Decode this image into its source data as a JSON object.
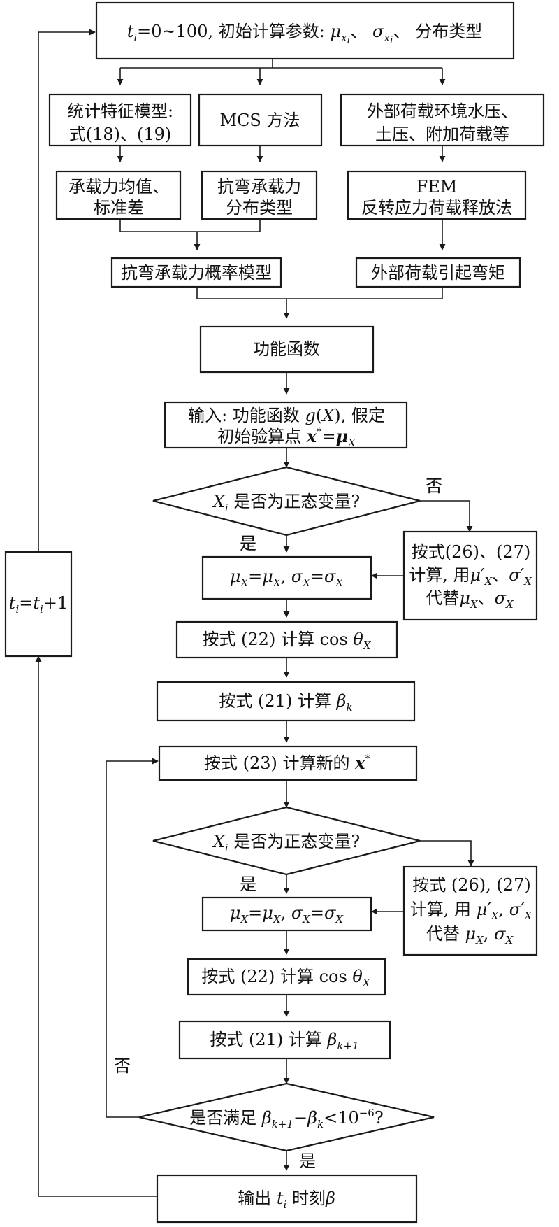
{
  "nodes": {
    "init": {
      "label_pre": "=0~100, 初始计算参数:",
      "label_tail": "分布类型",
      "sep1": "、",
      "sep2": "、"
    },
    "stat_model": {
      "line1": "统计特征模型:",
      "line2": "式(18)、(19)"
    },
    "mcs": {
      "line1": "MCS 方法"
    },
    "external_load": {
      "line1": "外部荷载环境水压、",
      "line2": "土压、附加荷载等"
    },
    "mean_std": {
      "line1": "承载力均值、",
      "line2": "标准差"
    },
    "dist_type": {
      "line1": "抗弯承载力",
      "line2": "分布类型"
    },
    "fem": {
      "line1": "FEM",
      "line2": "反转应力荷载释放法"
    },
    "prob_model": {
      "line1": "抗弯承载力概率模型"
    },
    "moment": {
      "line1": "外部荷载引起弯矩"
    },
    "func": {
      "line1": "功能函数"
    },
    "input": {
      "line1_pre": "输入: 功能函数",
      "line1_end": ", 假定",
      "line2_pre": "初始验算点"
    },
    "decision1": {
      "label": "是否为正态变量?"
    },
    "subst1": {
      "text": "按式(26)、(27)",
      "line2_pre": "计算, 用",
      "line2_sep": "、",
      "line3_pre": "代替",
      "line3_sep": "、"
    },
    "cos1": {
      "pre": "按式 (22) 计算 cos"
    },
    "beta_k": {
      "pre": "按式 (21) 计算"
    },
    "newx": {
      "pre": "按式 (23) 计算新的"
    },
    "decision2": {
      "label": "是否为正态变量?"
    },
    "subst2": {
      "line1": "按式 (26), (27)",
      "line2_pre": "计算, 用",
      "line3_pre": "代替"
    },
    "cos2": {
      "pre": "按式 (22) 计算 cos"
    },
    "beta_k1": {
      "pre": "按式 (21) 计算"
    },
    "decision3": {
      "pre": "是否满足",
      "tail": "?"
    },
    "output": {
      "pre": "输出",
      "mid": "时刻"
    },
    "increment": {
      "label": "+1"
    }
  },
  "edge_labels": {
    "no1": "否",
    "yes1": "是",
    "yes2": "是",
    "no3": "否",
    "yes3": "是"
  }
}
